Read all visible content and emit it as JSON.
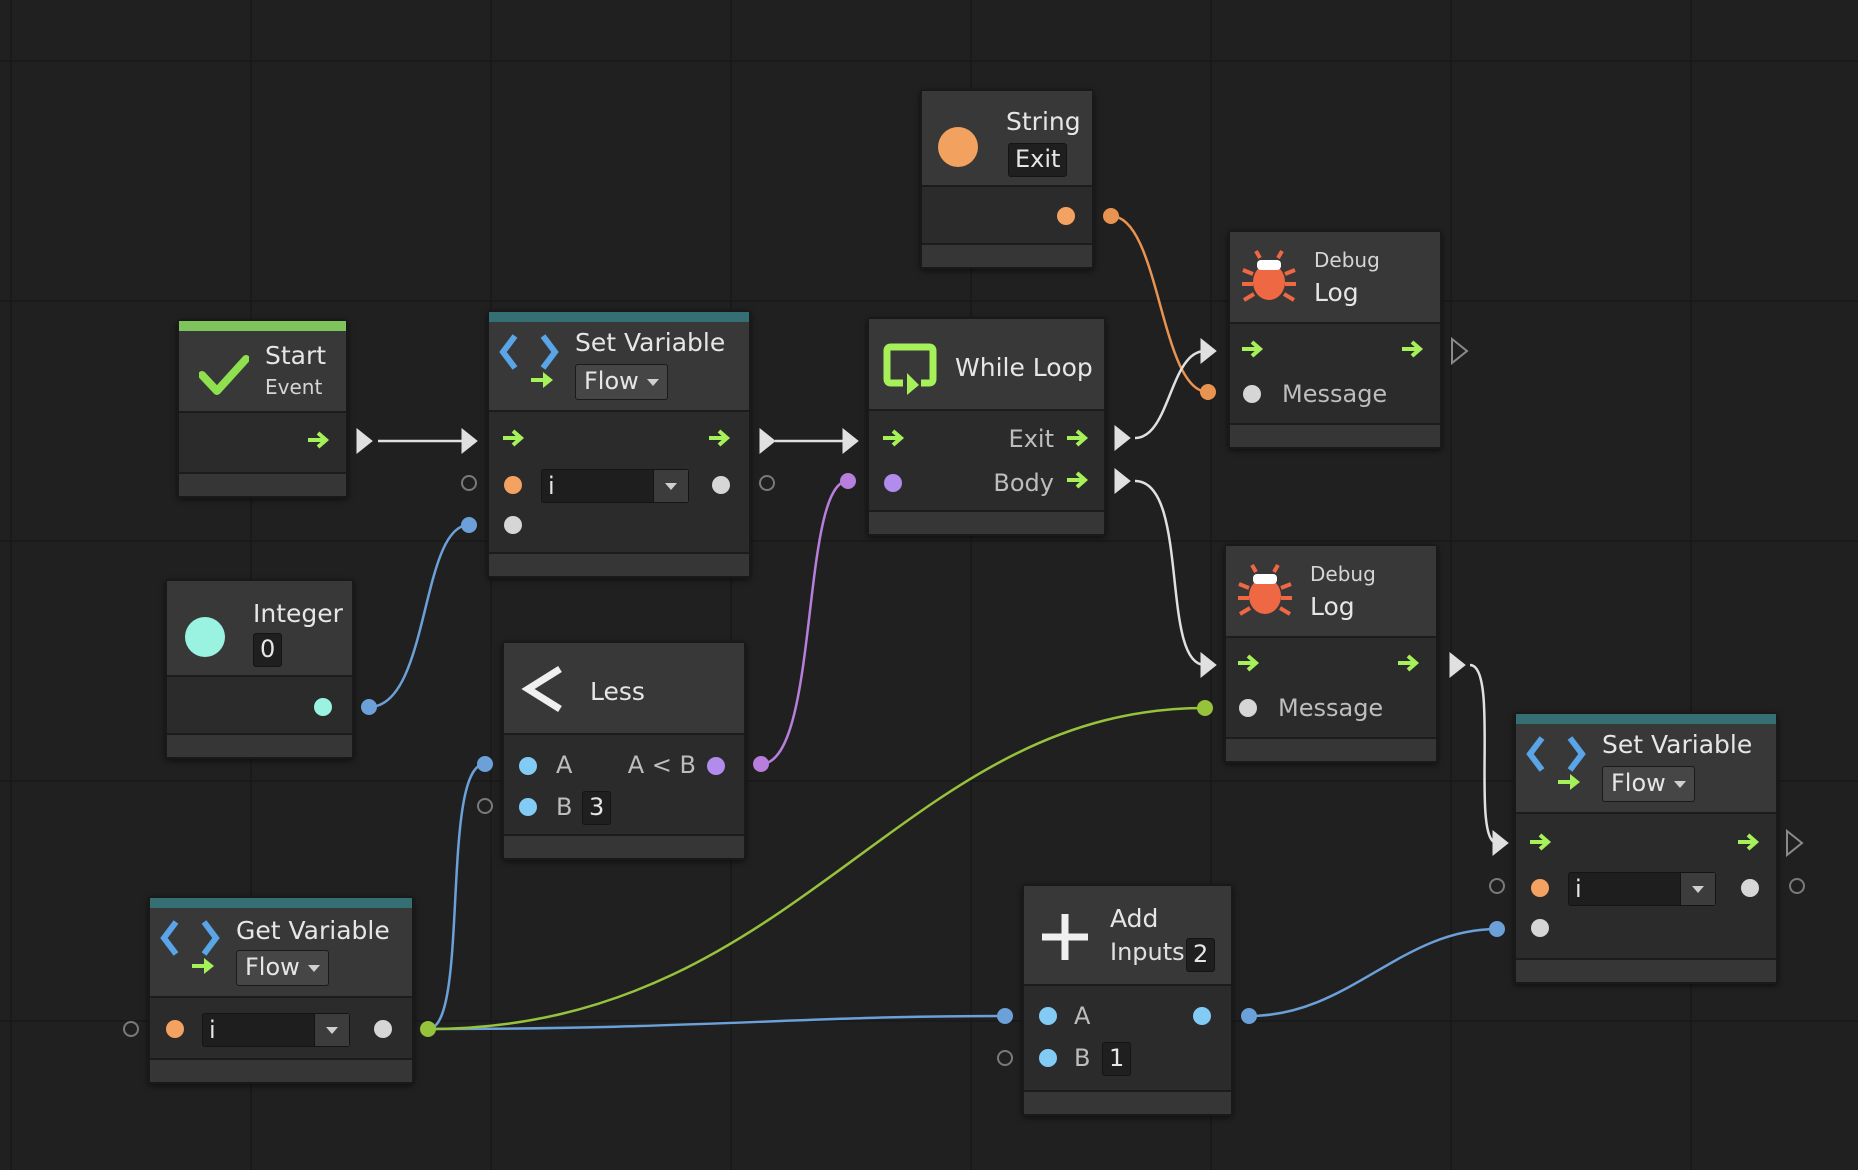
{
  "colors": {
    "background": "#202020",
    "flow_arrow": "#a6f05a",
    "integer_port": "#82cbf5",
    "string_port": "#f4a262",
    "bool_port": "#b18cec",
    "object_port": "#d6d6d6",
    "wire_integer": "#6ba0d8",
    "wire_string": "#e89350",
    "wire_bool": "#b77fdb",
    "wire_object": "#96c23c",
    "wire_flow": "#e0e0e0",
    "event_bar": "#7fc35c",
    "variable_bar": "#356f73",
    "debug_icon": "#ef6844",
    "integer_literal": "#99f3e0",
    "string_literal": "#f3a15f"
  },
  "nodes": {
    "string_literal": {
      "title": "String",
      "value": "Exit",
      "icon": "orange-circle-icon"
    },
    "start": {
      "title": "Start",
      "subtitle": "Event",
      "icon": "checkmark-icon"
    },
    "set_variable_1": {
      "title": "Set Variable",
      "kind": "Flow",
      "name_value": "i",
      "icon": "variable-brackets-icon"
    },
    "while_loop": {
      "title": "While Loop",
      "port_exit": "Exit",
      "port_body": "Body",
      "icon": "loop-arrow-icon"
    },
    "debug_log_1": {
      "category": "Debug",
      "title": "Log",
      "port_message": "Message",
      "icon": "bug-icon"
    },
    "debug_log_2": {
      "category": "Debug",
      "title": "Log",
      "port_message": "Message",
      "icon": "bug-icon"
    },
    "integer_literal": {
      "title": "Integer",
      "value": "0",
      "icon": "teal-circle-icon"
    },
    "less": {
      "title": "Less",
      "port_a": "A",
      "port_result": "A < B",
      "port_b": "B",
      "b_value": "3",
      "icon": "less-than-icon"
    },
    "set_variable_2": {
      "title": "Set Variable",
      "kind": "Flow",
      "name_value": "i",
      "icon": "variable-brackets-icon"
    },
    "get_variable": {
      "title": "Get Variable",
      "kind": "Flow",
      "name_value": "i",
      "icon": "variable-brackets-icon"
    },
    "add": {
      "title": "Add",
      "subtitle": "Inputs",
      "inputs_count": "2",
      "port_a": "A",
      "port_b": "B",
      "b_value": "1",
      "icon": "plus-icon"
    }
  }
}
